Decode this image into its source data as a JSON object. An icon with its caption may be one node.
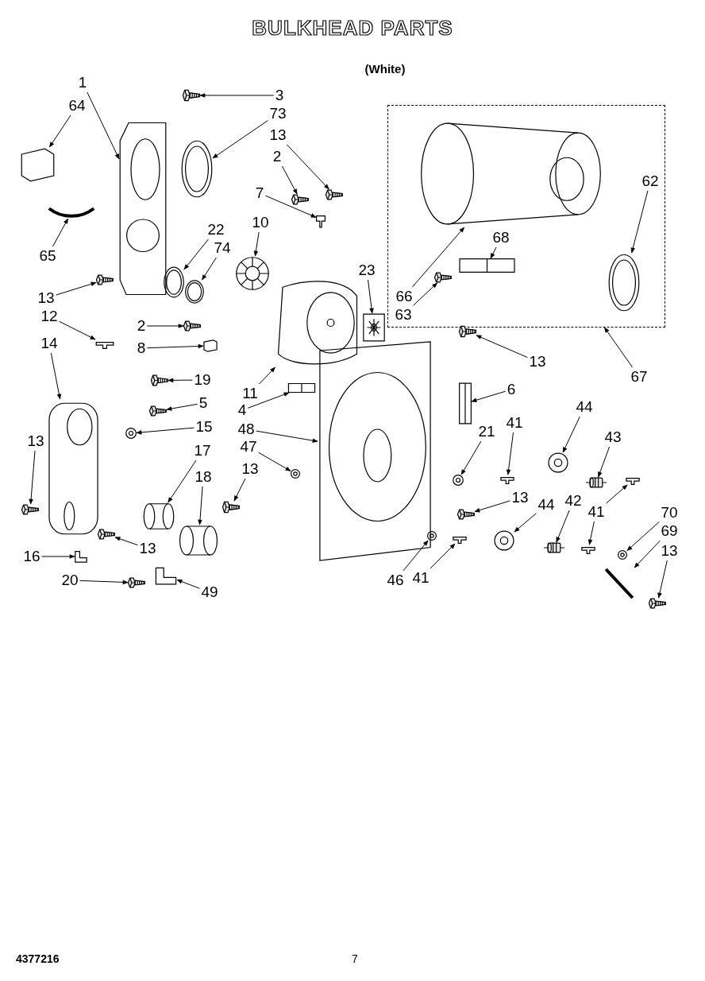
{
  "diagram": {
    "title": "BULKHEAD PARTS",
    "nodes": [
      {
        "text": [],
        "shape": "box"
      },
      {
        "text": [
          "1"
        ]
      },
      {
        "text": [
          "3"
        ]
      },
      {
        "text": [
          "64"
        ]
      },
      {
        "text": [
          "73"
        ]
      },
      {
        "text": [
          "13"
        ]
      },
      {
        "text": [
          "2"
        ]
      },
      {
        "text": [
          "62"
        ],
        "in": 0
      },
      {
        "text": [
          "7"
        ]
      },
      {
        "text": [
          "10"
        ]
      },
      {
        "text": [
          "22"
        ]
      },
      {
        "text": [
          "74"
        ]
      },
      {
        "text": [
          "68"
        ],
        "in": 0
      },
      {
        "text": [
          "65"
        ]
      },
      {
        "text": [
          "23"
        ]
      },
      {
        "text": [
          "13"
        ]
      },
      {
        "text": [
          "66"
        ],
        "in": 0
      },
      {
        "text": [
          "63"
        ],
        "in": 0
      },
      {
        "text": [
          "12"
        ]
      },
      {
        "text": [
          "2"
        ]
      },
      {
        "text": [
          "14"
        ]
      },
      {
        "text": [
          "8"
        ]
      },
      {
        "text": [
          "13"
        ]
      },
      {
        "text": [
          "67"
        ]
      },
      {
        "text": [
          "19"
        ]
      },
      {
        "text": [
          "6"
        ]
      },
      {
        "text": [
          "11"
        ]
      },
      {
        "text": [
          "5"
        ]
      },
      {
        "text": [
          "44"
        ]
      },
      {
        "text": [
          "4"
        ]
      },
      {
        "text": [
          "41"
        ]
      },
      {
        "text": [
          "15"
        ]
      },
      {
        "text": [
          "48"
        ]
      },
      {
        "text": [
          "21"
        ]
      },
      {
        "text": [
          "43"
        ]
      },
      {
        "text": [
          "13"
        ]
      },
      {
        "text": [
          "47"
        ]
      },
      {
        "text": [
          "17"
        ]
      },
      {
        "text": [
          "13"
        ]
      },
      {
        "text": [
          "18"
        ]
      },
      {
        "text": [
          "13"
        ]
      },
      {
        "text": [
          "42"
        ]
      },
      {
        "text": [
          "44"
        ]
      },
      {
        "text": [
          "70"
        ]
      },
      {
        "text": [
          "41"
        ]
      },
      {
        "text": [
          "69"
        ]
      },
      {
        "text": [
          "13"
        ]
      },
      {
        "text": [
          "13"
        ]
      },
      {
        "text": [
          "16"
        ]
      },
      {
        "text": [
          "41"
        ]
      },
      {
        "text": [
          "46"
        ]
      },
      {
        "text": [
          "20"
        ]
      },
      {
        "text": [
          "49"
        ]
      },
      {
        "text": [],
        "shape": "picture"
      },
      {
        "text": [],
        "shape": "picture"
      },
      {
        "text": [],
        "shape": "picture"
      },
      {
        "text": [],
        "shape": "picture"
      },
      {
        "text": [],
        "shape": "picture"
      },
      {
        "text": [],
        "shape": "picture"
      },
      {
        "text": [],
        "shape": "picture",
        "in": 0
      },
      {
        "text": [],
        "shape": "picture"
      },
      {
        "text": [],
        "shape": "picture"
      },
      {
        "text": [],
        "shape": "picture"
      },
      {
        "text": [],
        "shape": "picture"
      },
      {
        "text": [],
        "shape": "picture",
        "in": 0
      },
      {
        "text": [],
        "shape": "picture"
      },
      {
        "text": [],
        "shape": "picture"
      },
      {
        "text": [],
        "shape": "picture"
      },
      {
        "text": [],
        "shape": "picture",
        "in": 0
      },
      {
        "text": [],
        "shape": "picture",
        "in": 0
      },
      {
        "text": [],
        "shape": "picture"
      },
      {
        "text": [],
        "shape": "picture"
      },
      {
        "text": [],
        "shape": "picture"
      },
      {
        "text": [],
        "shape": "picture"
      },
      {
        "text": [],
        "shape": "picture"
      },
      {
        "text": [],
        "shape": "picture"
      },
      {
        "text": [],
        "shape": "picture"
      },
      {
        "text": [],
        "shape": "picture"
      },
      {
        "text": [],
        "shape": "picture"
      },
      {
        "text": [],
        "shape": "picture"
      },
      {
        "text": [],
        "shape": "picture"
      },
      {
        "text": [],
        "shape": "picture"
      },
      {
        "text": [],
        "shape": "picture"
      },
      {
        "text": [],
        "shape": "picture"
      },
      {
        "text": [],
        "shape": "picture"
      },
      {
        "text": [],
        "shape": "picture"
      },
      {
        "text": [],
        "shape": "picture"
      },
      {
        "text": [],
        "shape": "picture"
      },
      {
        "text": [],
        "shape": "picture"
      },
      {
        "text": [],
        "shape": "picture"
      },
      {
        "text": [],
        "shape": "picture"
      },
      {
        "text": [],
        "shape": "picture"
      },
      {
        "text": [],
        "shape": "picture"
      },
      {
        "text": [],
        "shape": "picture"
      },
      {
        "text": [],
        "shape": "picture"
      },
      {
        "text": [],
        "shape": "picture"
      },
      {
        "text": [],
        "shape": "picture"
      },
      {
        "text": [],
        "shape": "picture"
      },
      {
        "text": [],
        "shape": "picture"
      },
      {
        "text": [],
        "shape": "picture"
      },
      {
        "text": [],
        "shape": "picture"
      },
      {
        "text": [],
        "shape": "picture"
      },
      {
        "text": [],
        "shape": "picture"
      },
      {
        "text": [],
        "shape": "picture"
      },
      {
        "text": [],
        "shape": "picture"
      }
    ],
    "edges": [
      {
        "from": 1,
        "to": 53,
        "arrow": "to"
      },
      {
        "from": 2,
        "to": 54,
        "arrow": "to"
      },
      {
        "from": 3,
        "to": 55,
        "arrow": "to"
      },
      {
        "from": 4,
        "to": 56,
        "arrow": "to"
      },
      {
        "from": 5,
        "to": 57,
        "arrow": "to"
      },
      {
        "from": 6,
        "to": 58,
        "arrow": "to"
      },
      {
        "from": 7,
        "to": 59,
        "arrow": "to"
      },
      {
        "from": 8,
        "to": 60,
        "arrow": "to"
      },
      {
        "from": 9,
        "to": 61,
        "arrow": "to"
      },
      {
        "from": 10,
        "to": 62,
        "arrow": "to"
      },
      {
        "from": 11,
        "to": 63,
        "arrow": "to"
      },
      {
        "from": 12,
        "to": 64,
        "arrow": "to"
      },
      {
        "from": 13,
        "to": 65,
        "arrow": "to"
      },
      {
        "from": 14,
        "to": 66,
        "arrow": "to"
      },
      {
        "from": 15,
        "to": 67,
        "arrow": "to"
      },
      {
        "from": 16,
        "to": 68,
        "arrow": "to"
      },
      {
        "from": 17,
        "to": 69,
        "arrow": "to"
      },
      {
        "from": 18,
        "to": 70,
        "arrow": "to"
      },
      {
        "from": 19,
        "to": 71,
        "arrow": "to"
      },
      {
        "from": 20,
        "to": 72,
        "arrow": "to"
      },
      {
        "from": 21,
        "to": 73,
        "arrow": "to"
      },
      {
        "from": 22,
        "to": 74,
        "arrow": "to"
      },
      {
        "from": 23,
        "to": 0,
        "arrow": "to"
      },
      {
        "from": 24,
        "to": 75,
        "arrow": "to"
      },
      {
        "from": 25,
        "to": 76,
        "arrow": "to"
      },
      {
        "from": 26,
        "to": 77,
        "arrow": "to"
      },
      {
        "from": 27,
        "to": 78,
        "arrow": "to"
      },
      {
        "from": 28,
        "to": 79,
        "arrow": "to"
      },
      {
        "from": 29,
        "to": 80,
        "arrow": "to"
      },
      {
        "from": 30,
        "to": 81,
        "arrow": "to"
      },
      {
        "from": 31,
        "to": 82,
        "arrow": "to"
      },
      {
        "from": 32,
        "to": 83,
        "arrow": "to"
      },
      {
        "from": 33,
        "to": 84,
        "arrow": "to"
      },
      {
        "from": 34,
        "to": 85,
        "arrow": "to"
      },
      {
        "from": 35,
        "to": 86,
        "arrow": "to"
      },
      {
        "from": 36,
        "to": 87,
        "arrow": "to"
      },
      {
        "from": 37,
        "to": 88,
        "arrow": "to"
      },
      {
        "from": 38,
        "to": 89,
        "arrow": "to"
      },
      {
        "from": 39,
        "to": 90,
        "arrow": "to"
      },
      {
        "from": 40,
        "to": 91,
        "arrow": "to"
      },
      {
        "from": 41,
        "to": 92,
        "arrow": "to"
      },
      {
        "from": 42,
        "to": 93,
        "arrow": "to"
      },
      {
        "from": 43,
        "to": 94,
        "arrow": "to"
      },
      {
        "from": 44,
        "to": 95,
        "arrow": "to"
      },
      {
        "from": 44,
        "to": 96,
        "arrow": "to"
      },
      {
        "from": 45,
        "to": 97,
        "arrow": "to"
      },
      {
        "from": 46,
        "to": 98,
        "arrow": "to"
      },
      {
        "from": 47,
        "to": 99,
        "arrow": "to"
      },
      {
        "from": 48,
        "to": 100,
        "arrow": "to"
      },
      {
        "from": 49,
        "to": 101,
        "arrow": "to"
      },
      {
        "from": 50,
        "to": 102,
        "arrow": "to"
      },
      {
        "from": 51,
        "to": 103,
        "arrow": "to"
      },
      {
        "from": 52,
        "to": 104,
        "arrow": "to"
      }
    ],
    "labels": [
      "(White)",
      "4377216",
      "7"
    ]
  }
}
